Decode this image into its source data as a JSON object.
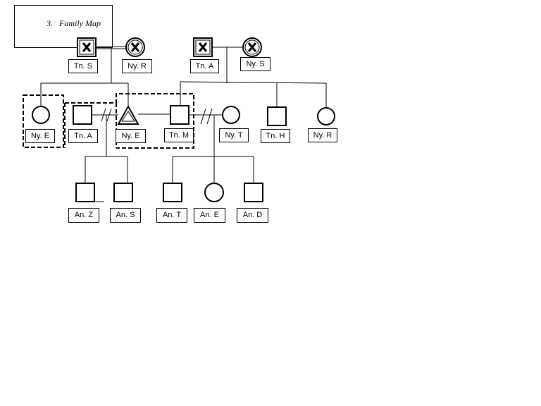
{
  "title": {
    "number": "3.",
    "text": "Family Map"
  },
  "colors": {
    "line": "#000000",
    "background": "#ffffff"
  },
  "people": {
    "gf1": {
      "label": "Tn. S",
      "shape": "square",
      "deceased": true
    },
    "gm1": {
      "label": "Ny. R",
      "shape": "circle",
      "deceased": true
    },
    "gf2": {
      "label": "Tn. A",
      "shape": "square",
      "deceased": true
    },
    "gm2": {
      "label": "Ny. S",
      "shape": "circle",
      "deceased": true
    },
    "p1": {
      "label": "Ny. E",
      "shape": "circle"
    },
    "p2": {
      "label": "Tn. A",
      "shape": "square"
    },
    "p3": {
      "label": "Ny. E",
      "shape": "triangle"
    },
    "p4": {
      "label": "Tn. M",
      "shape": "square"
    },
    "p5": {
      "label": "Ny. T",
      "shape": "circle"
    },
    "p6": {
      "label": "Tn. H",
      "shape": "square"
    },
    "p7": {
      "label": "Ny. R",
      "shape": "circle"
    },
    "c1": {
      "label": "An. Z",
      "shape": "square"
    },
    "c2": {
      "label": "An. S",
      "shape": "square"
    },
    "c3": {
      "label": "An. T",
      "shape": "square"
    },
    "c4": {
      "label": "An. E",
      "shape": "circle"
    },
    "c5": {
      "label": "An. D",
      "shape": "square"
    }
  }
}
